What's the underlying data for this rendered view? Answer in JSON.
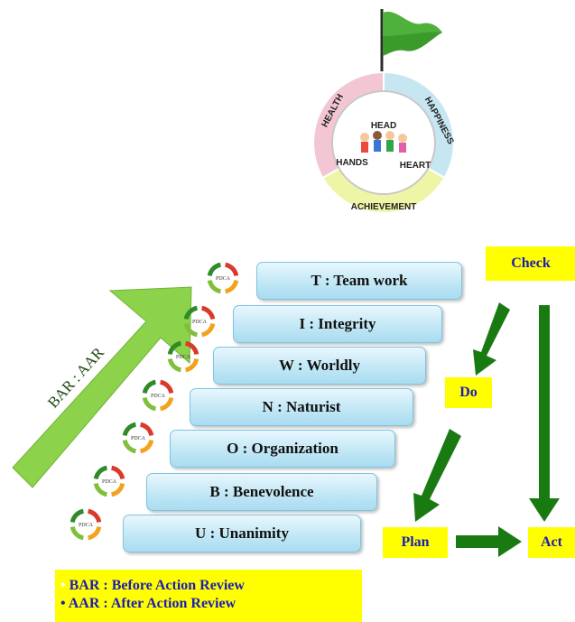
{
  "wheel": {
    "segments": [
      "HEALTH",
      "HAPPINESS",
      "ACHIEVEMENT"
    ],
    "inner": [
      "HEAD",
      "HANDS",
      "HEART"
    ]
  },
  "big_arrow_label": "BAR : AAR",
  "pdca_label": "PDCA",
  "steps": [
    {
      "letter": "T",
      "word": "Team work",
      "text": "T : Team work"
    },
    {
      "letter": "I",
      "word": "Integrity",
      "text": "I : Integrity"
    },
    {
      "letter": "W",
      "word": "Worldly",
      "text": "W : Worldly"
    },
    {
      "letter": "N",
      "word": "Naturist",
      "text": "N : Naturist"
    },
    {
      "letter": "O",
      "word": "Organization",
      "text": "O : Organization"
    },
    {
      "letter": "B",
      "word": "Benevolence",
      "text": "B : Benevolence"
    },
    {
      "letter": "U",
      "word": "Unanimity",
      "text": "U : Unanimity"
    }
  ],
  "cycle": {
    "check": "Check",
    "do": "Do",
    "plan": "Plan",
    "act": "Act"
  },
  "legend": {
    "line1": "BAR : Before Action Review",
    "line2": "AAR : After Action Review"
  },
  "colors": {
    "arrow_green": "#1a7a12",
    "big_arrow": "#8cd24a",
    "label_yellow": "#ffff00",
    "label_text": "#1c1cb8",
    "health": "#f2c6d2",
    "happiness": "#c6e7f2",
    "achievement": "#eef5a6"
  }
}
